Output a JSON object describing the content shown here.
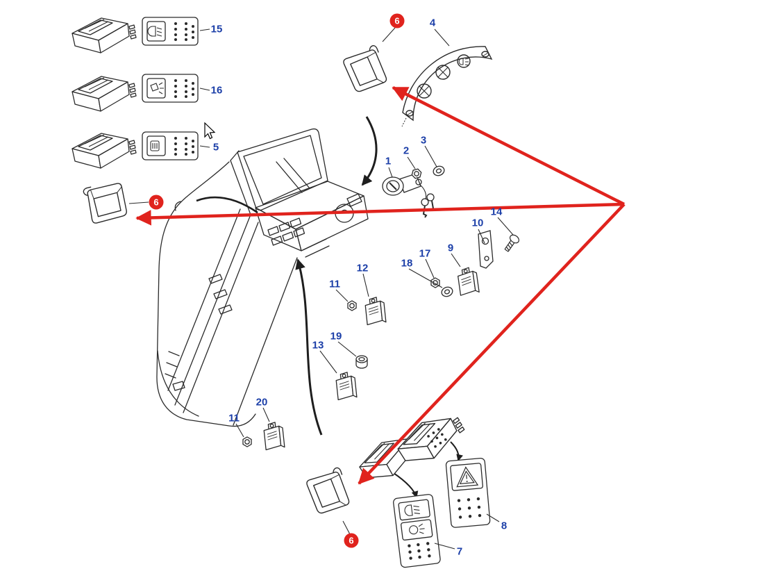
{
  "meta": {
    "name": "Cab switch and relay exploded parts diagram"
  },
  "colors": {
    "part_number_blue": "#1c3fa8",
    "callout_red": "#e0231d",
    "line_art": "#2a2a2a",
    "background": "#ffffff"
  },
  "labels": [
    {
      "text": "15",
      "kind": "part-number"
    },
    {
      "text": "16",
      "kind": "part-number"
    },
    {
      "text": "5",
      "kind": "part-number"
    },
    {
      "text": "6",
      "kind": "red-callout"
    },
    {
      "text": "6",
      "kind": "red-callout"
    },
    {
      "text": "4",
      "kind": "part-number"
    },
    {
      "text": "3",
      "kind": "part-number"
    },
    {
      "text": "2",
      "kind": "part-number"
    },
    {
      "text": "1",
      "kind": "part-number"
    },
    {
      "text": "14",
      "kind": "part-number"
    },
    {
      "text": "10",
      "kind": "part-number"
    },
    {
      "text": "9",
      "kind": "part-number"
    },
    {
      "text": "17",
      "kind": "part-number"
    },
    {
      "text": "18",
      "kind": "part-number"
    },
    {
      "text": "12",
      "kind": "part-number"
    },
    {
      "text": "11",
      "kind": "part-number"
    },
    {
      "text": "19",
      "kind": "part-number"
    },
    {
      "text": "13",
      "kind": "part-number"
    },
    {
      "text": "20",
      "kind": "part-number"
    },
    {
      "text": "11",
      "kind": "part-number"
    },
    {
      "text": "8",
      "kind": "part-number"
    },
    {
      "text": "7",
      "kind": "part-number"
    },
    {
      "text": "6",
      "kind": "red-callout"
    }
  ],
  "icons": {
    "panel_15": "low-beam-headlight-icon",
    "panel_16": "work-light-icon",
    "panel_5": "indicator-lamp-icon",
    "panel_7": [
      "low-beam-headlight-icon",
      "road-light-icon"
    ],
    "panel_8": "hazard-warning-icon",
    "crescent": [
      "cross-dial-icon",
      "cross-dial-icon",
      "lamp-icon"
    ]
  }
}
